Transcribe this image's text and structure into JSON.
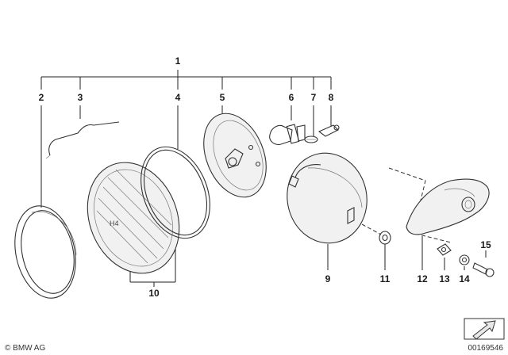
{
  "labels": {
    "l1": "1",
    "l2": "2",
    "l3": "3",
    "l4": "4",
    "l5": "5",
    "l6": "6",
    "l7": "7",
    "l8": "8",
    "l9": "9",
    "l10": "10",
    "l11": "11",
    "l12": "12",
    "l13": "13",
    "l14": "14",
    "l15": "15"
  },
  "glass_marking": "H4",
  "footer": {
    "copyright": "© BMW AG",
    "diagram_id": "00169546"
  }
}
